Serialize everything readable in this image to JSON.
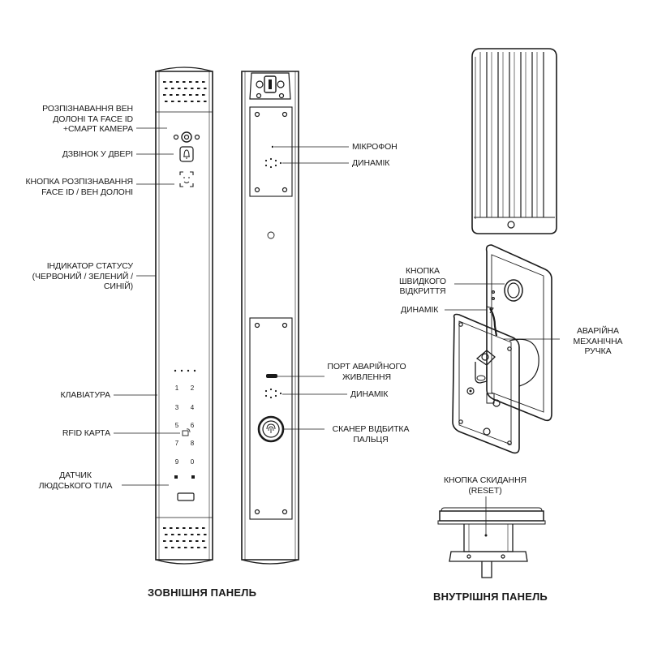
{
  "captions": {
    "outer": "ЗОВНІШНЯ ПАНЕЛЬ",
    "inner": "ВНУТРІШНЯ ПАНЕЛЬ"
  },
  "labels": {
    "palm_face_camera": [
      "РОЗПІЗНАВАННЯ ВЕН",
      "ДОЛОНІ ТА FACE ID",
      "+СМАРТ КАМЕРА"
    ],
    "doorbell": [
      "ДЗВІНОК У ДВЕРІ"
    ],
    "recognition_button": [
      "КНОПКА РОЗПІЗНАВАННЯ",
      "FACE ID / ВЕН ДОЛОНІ"
    ],
    "status_indicator": [
      "ІНДИКАТОР СТАТУСУ",
      "(ЧЕРВОНИЙ / ЗЕЛЕНИЙ /",
      "СИНІЙ)"
    ],
    "keypad": [
      "КЛАВІАТУРА"
    ],
    "rfid": [
      "RFID КАРТА"
    ],
    "body_sensor": [
      "ДАТЧИК",
      "ЛЮДСЬКОГО ТІЛА"
    ],
    "microphone": [
      "МІКРОФОН"
    ],
    "speaker_top": [
      "ДИНАМІК"
    ],
    "emergency_port": [
      "ПОРТ АВАРІЙНОГО",
      "ЖИВЛЕННЯ"
    ],
    "speaker_mid": [
      "ДИНАМІК"
    ],
    "fingerprint": [
      "СКАНЕР ВІДБИТКА",
      "ПАЛЬЦЯ"
    ],
    "quick_open": [
      "КНОПКА",
      "ШВИДКОГО",
      "ВІДКРИТТЯ"
    ],
    "speaker_inner": [
      "ДИНАМІК"
    ],
    "mech_handle": [
      "АВАРІЙНА",
      "МЕХАНІЧНА",
      "РУЧКА"
    ],
    "reset": [
      "КНОПКА СКИДАННЯ",
      "(RESET)"
    ]
  },
  "keypad_keys": [
    "1",
    "2",
    "3",
    "4",
    "5",
    "6",
    "7",
    "8",
    "9",
    "0"
  ],
  "colors": {
    "line": "#1a1a1a",
    "panel": "#ffffff",
    "shade": "#d9d9d9",
    "dark": "#222222"
  }
}
